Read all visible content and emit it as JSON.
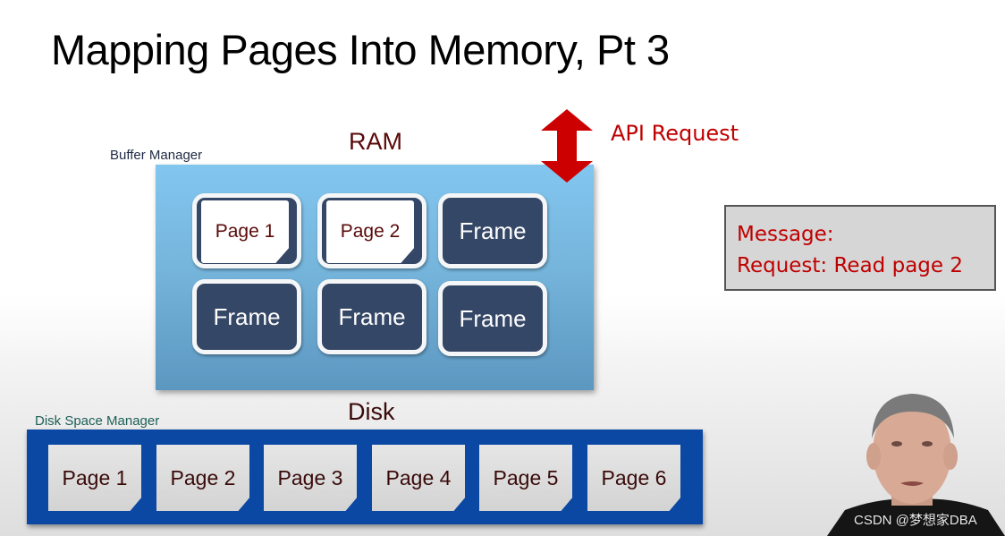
{
  "slide": {
    "title": "Mapping Pages Into Memory, Pt 3"
  },
  "buffer_manager": {
    "label": "Buffer Manager",
    "ram_label": "RAM",
    "slots": [
      {
        "type": "page",
        "label": "Page 1"
      },
      {
        "type": "page",
        "label": "Page 2"
      },
      {
        "type": "frame",
        "label": "Frame"
      },
      {
        "type": "frame",
        "label": "Frame"
      },
      {
        "type": "frame",
        "label": "Frame"
      },
      {
        "type": "frame",
        "label": "Frame"
      }
    ]
  },
  "api": {
    "arrow_icon": "double-arrow-vertical-icon",
    "label": "API Request",
    "color": "#c00000"
  },
  "message": {
    "line1": "Message:",
    "line2": "Request: Read page 2"
  },
  "disk_space_manager": {
    "label": "Disk Space Manager",
    "disk_label": "Disk",
    "pages": [
      "Page 1",
      "Page 2",
      "Page 3",
      "Page 4",
      "Page 5",
      "Page 6"
    ]
  },
  "presenter": {
    "watermark": "CSDN @梦想家DBA"
  },
  "colors": {
    "ram_blue": "#7fc1ea",
    "frame_navy": "#354766",
    "disk_blue": "#0b48a3",
    "accent_red": "#c00000"
  }
}
